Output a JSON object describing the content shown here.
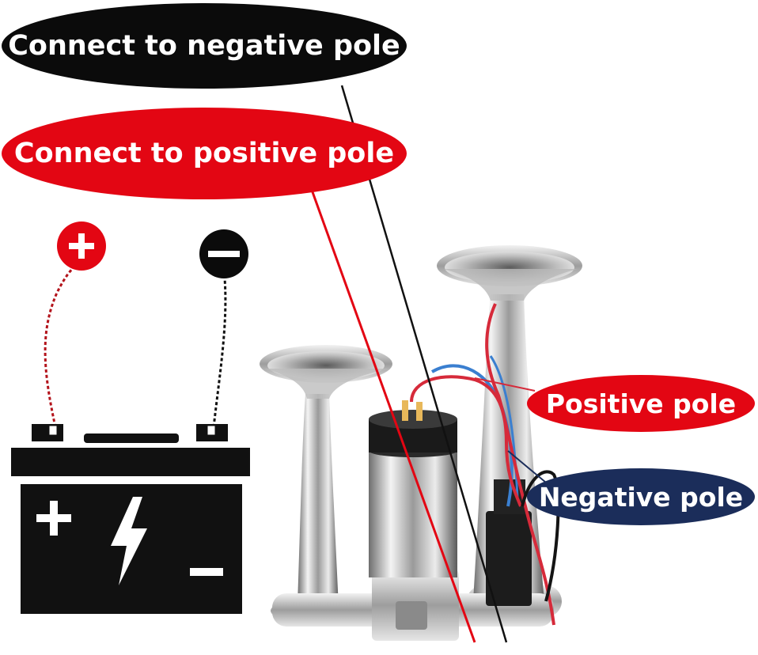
{
  "labels": {
    "connect_negative": "Connect to negative pole",
    "connect_positive": "Connect to positive pole",
    "positive_pole": "Positive pole",
    "negative_pole": "Negative pole"
  },
  "icons": {
    "battery": "battery-icon",
    "plus_sign": "plus-sign-icon",
    "minus_sign": "minus-sign-icon",
    "bolt": "lightning-bolt-icon"
  },
  "colors": {
    "positive": "#e30613",
    "negative": "#0b0b0b",
    "negative_pole_label": "#1b2d5a",
    "chrome": "#c9c9c9",
    "wire_blue": "#3a7fd0"
  }
}
